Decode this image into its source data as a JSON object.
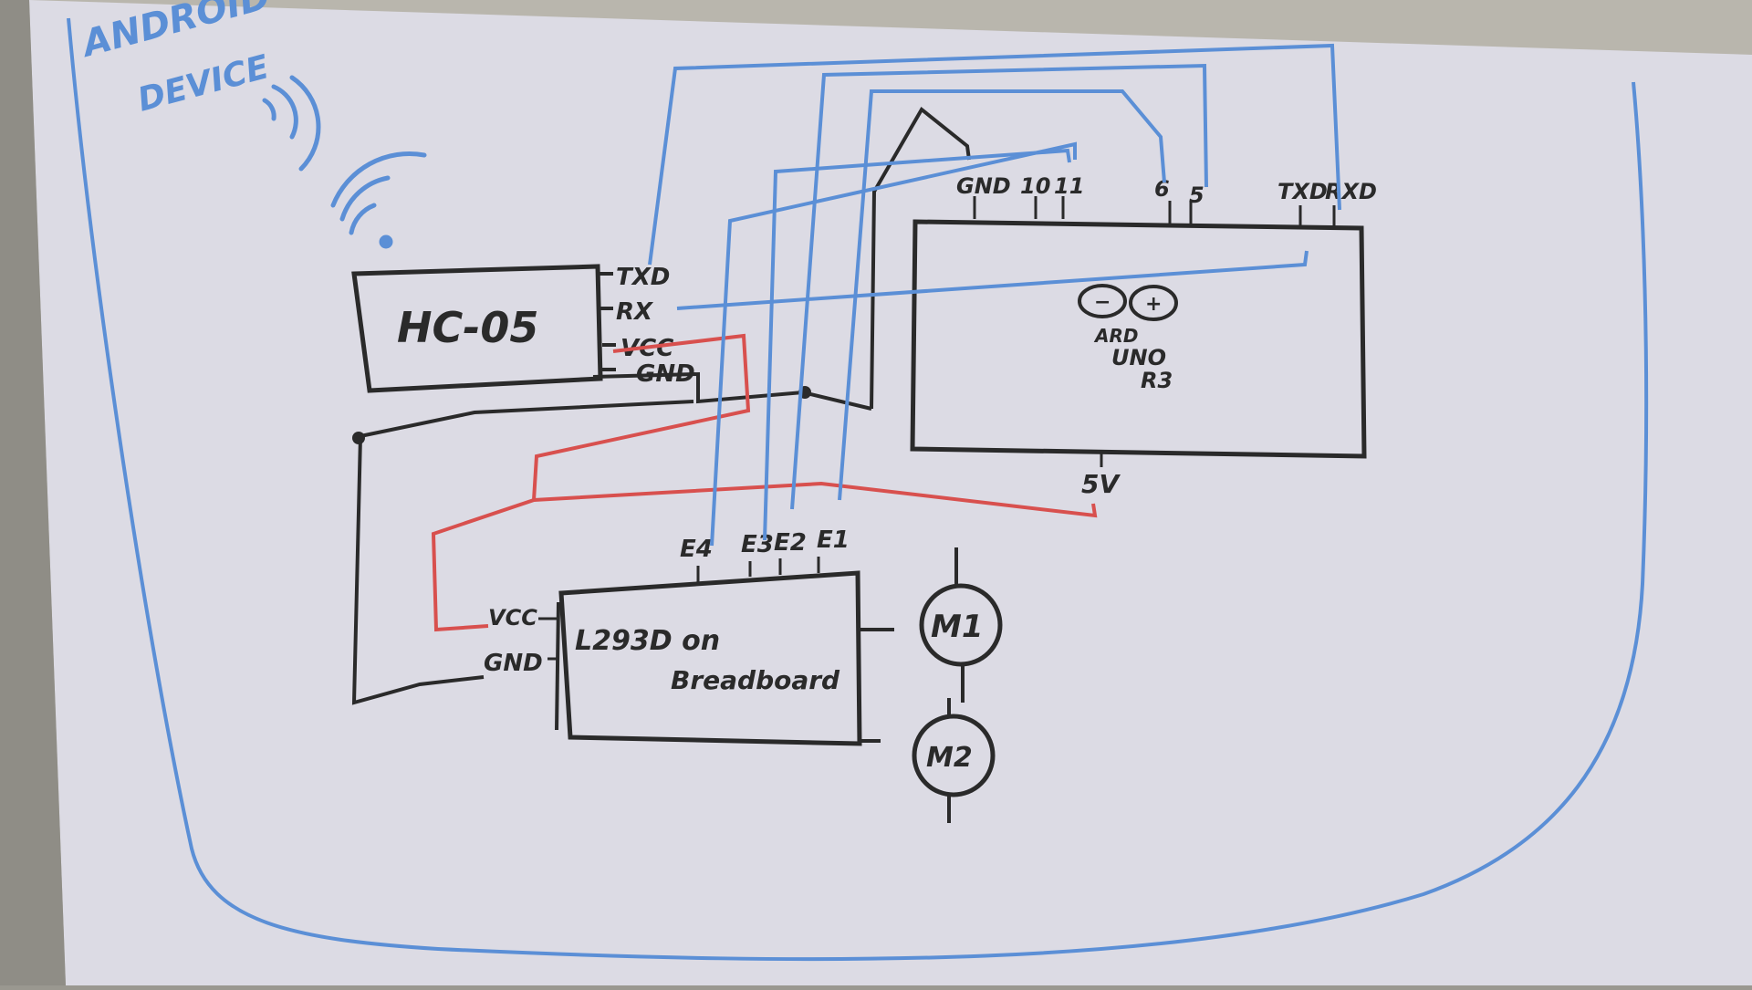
{
  "colors": {
    "board": "#dcdbe4",
    "frame": "#b9b6ad",
    "blue_ink": "#5b8fd6",
    "black_ink": "#2a2a2a",
    "red_ink": "#d8504e"
  },
  "device": {
    "line1": "ANDROID",
    "line2": "DEVICE",
    "icon": "wifi-signal-icon"
  },
  "hc05": {
    "label": "HC-05",
    "pins": {
      "txd": "TXD",
      "rx": "RX",
      "vcc": "VCC",
      "gnd": "GND"
    }
  },
  "arduino": {
    "logo_minus": "−",
    "logo_plus": "+",
    "line1": "ARD",
    "line2": "UNO",
    "line3": "R3",
    "pins": {
      "gnd": "GND",
      "p10": "10",
      "p11": "11",
      "p6": "6",
      "p5": "5",
      "txd": "TXD",
      "rxd": "RXD"
    },
    "power": "5V"
  },
  "driver": {
    "line1": "L293D on",
    "line2": "Breadboard",
    "pins": {
      "e4": "E4",
      "e3": "E3",
      "e2": "E2",
      "e1": "E1",
      "vcc": "VCC",
      "gnd": "GND"
    }
  },
  "motors": {
    "m1": "M1",
    "m2": "M2"
  }
}
